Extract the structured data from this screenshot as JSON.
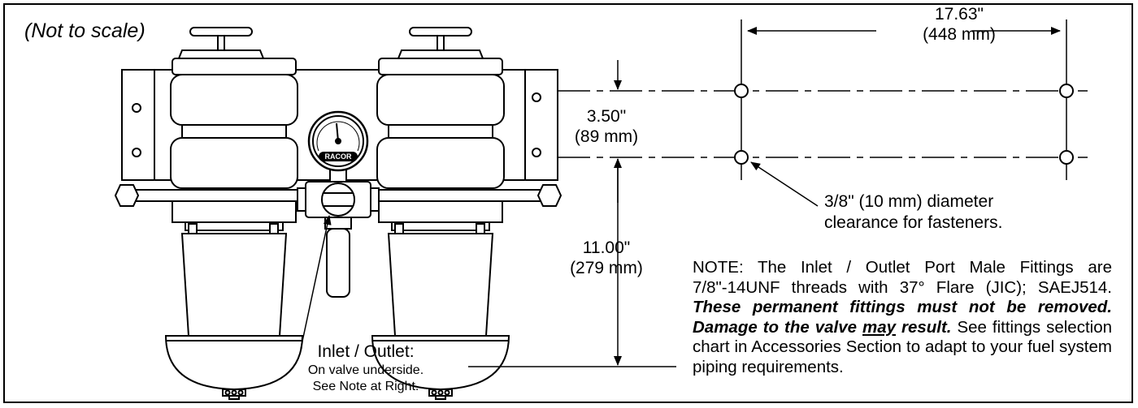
{
  "scale_note": "(Not to scale)",
  "dimensions": {
    "width_in": "17.63\"",
    "width_mm": "(448 mm)",
    "bolt_spacing_in": "3.50\"",
    "bolt_spacing_mm": "(89 mm)",
    "height_in": "11.00\"",
    "height_mm": "(279 mm)"
  },
  "hole_note": {
    "line1": "3/8\" (10 mm) diameter",
    "line2": "clearance for fasteners."
  },
  "gauge_brand": "RACOR",
  "port_label": {
    "title": "Inlet / Outlet:",
    "line1": "On valve underside.",
    "line2": "See Note at Right."
  },
  "fitting_note": {
    "part1": "NOTE: The Inlet / Outlet Port Male Fittings are 7/8\"-14UNF threads with 37°  Flare (JIC); SAEJ514. ",
    "warning_part1": "These permanent fittings must not be removed.  Damage to the valve ",
    "warning_may": "may",
    "warning_part2": " result.",
    "part2": " See fittings selection chart in Accessories Section to adapt to your fuel system piping requirements."
  }
}
